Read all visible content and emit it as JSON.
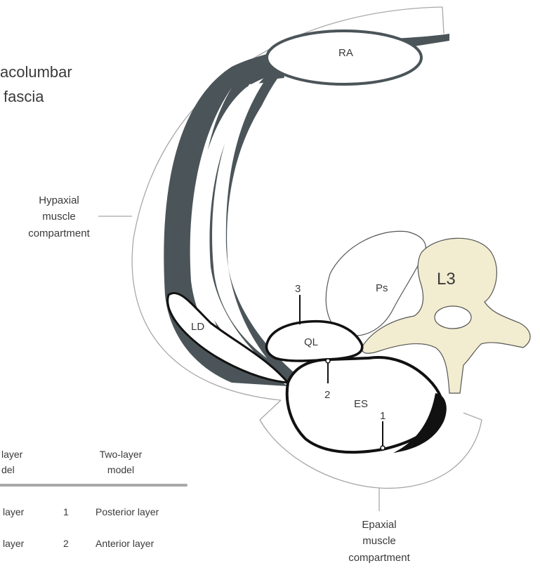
{
  "title": {
    "line1": "acolumbar",
    "line2": "fascia"
  },
  "labels": {
    "hypaxial": [
      "Hypaxial",
      "muscle",
      "compartment"
    ],
    "epaxial": [
      "Epaxial",
      "muscle",
      "compartment"
    ],
    "RA": "RA",
    "Ps": "Ps",
    "L3": "L3",
    "LD": "LD",
    "QL": "QL",
    "ES": "ES"
  },
  "markers": {
    "m1": "1",
    "m2": "2",
    "m3": "3"
  },
  "table": {
    "col1_header": [
      "layer",
      "del"
    ],
    "col2_header": [
      "Two-layer",
      "model"
    ],
    "rows": [
      {
        "left": "layer",
        "num": "1",
        "right": "Posterior layer"
      },
      {
        "left": "layer",
        "num": "2",
        "right": "Anterior layer"
      }
    ]
  },
  "colors": {
    "fascia": "#4b5559",
    "vertebra": "#f2ecd0",
    "outline": "#111111",
    "guide": "#a8a8a8"
  }
}
